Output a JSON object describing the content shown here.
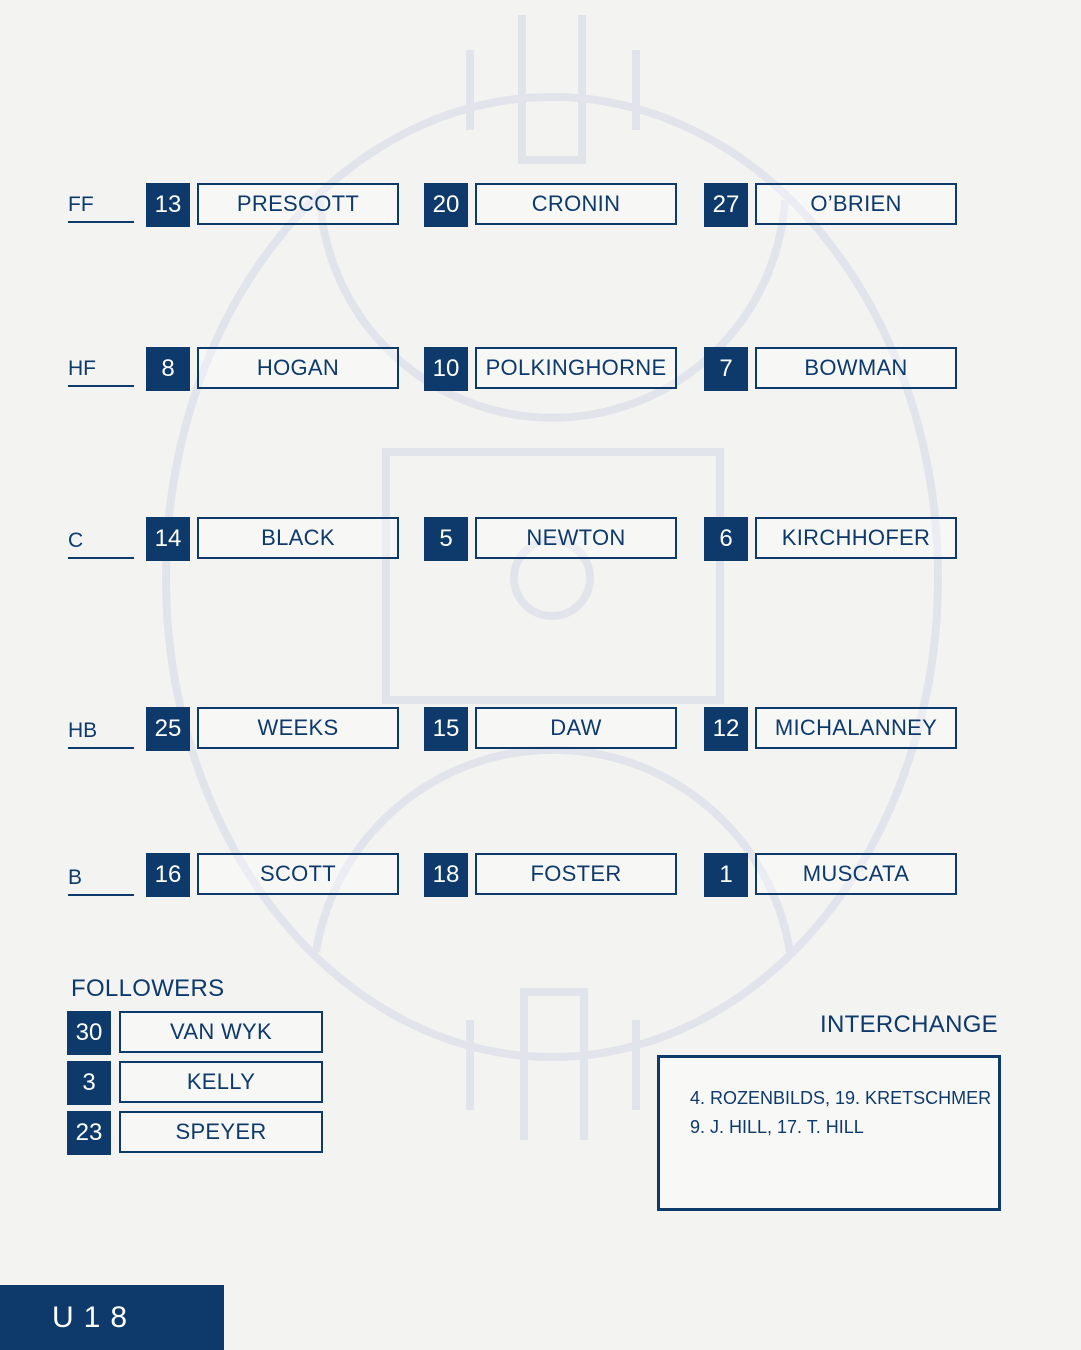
{
  "colors": {
    "brand": "#0d3a6b",
    "field_lines": "#e2e4eb",
    "background": "#f3f3f2"
  },
  "lines": [
    {
      "label": "FF",
      "players": [
        {
          "num": "13",
          "name": "PRESCOTT"
        },
        {
          "num": "20",
          "name": "CRONIN"
        },
        {
          "num": "27",
          "name": "O’BRIEN"
        }
      ]
    },
    {
      "label": "HF",
      "players": [
        {
          "num": "8",
          "name": "HOGAN"
        },
        {
          "num": "10",
          "name": "POLKINGHORNE"
        },
        {
          "num": "7",
          "name": "BOWMAN"
        }
      ]
    },
    {
      "label": "C",
      "players": [
        {
          "num": "14",
          "name": "BLACK"
        },
        {
          "num": "5",
          "name": "NEWTON"
        },
        {
          "num": "6",
          "name": "KIRCHHOFER"
        }
      ]
    },
    {
      "label": "HB",
      "players": [
        {
          "num": "25",
          "name": "WEEKS"
        },
        {
          "num": "15",
          "name": "DAW"
        },
        {
          "num": "12",
          "name": "MICHALANNEY"
        }
      ]
    },
    {
      "label": "B",
      "players": [
        {
          "num": "16",
          "name": "SCOTT"
        },
        {
          "num": "18",
          "name": "FOSTER"
        },
        {
          "num": "1",
          "name": "MUSCATA"
        }
      ]
    }
  ],
  "followers": {
    "title": "FOLLOWERS",
    "players": [
      {
        "num": "30",
        "name": "VAN WYK"
      },
      {
        "num": "3",
        "name": "KELLY"
      },
      {
        "num": "23",
        "name": "SPEYER"
      }
    ]
  },
  "interchange": {
    "title": "INTERCHANGE",
    "lines": [
      "4. ROZENBILDS, 19. KRETSCHMER",
      "9. J. HILL, 17. T. HILL"
    ]
  },
  "team_label": "U18"
}
